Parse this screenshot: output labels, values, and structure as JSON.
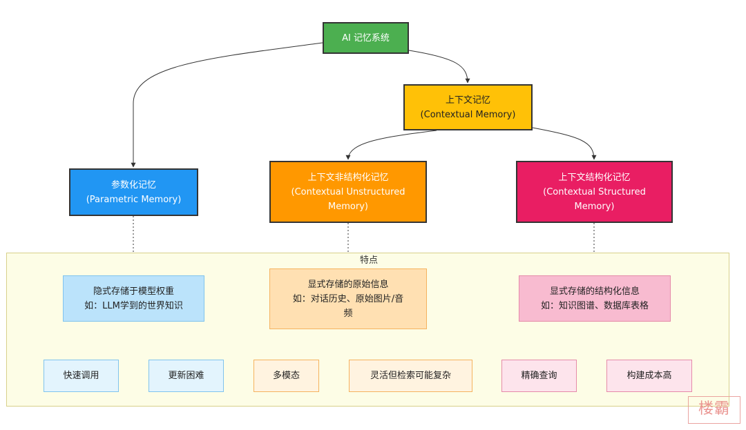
{
  "diagram": {
    "root": {
      "lines": [
        "AI 记忆系统"
      ]
    },
    "contextual": {
      "lines": [
        "上下文记忆",
        "(Contextual Memory)"
      ]
    },
    "parametric": {
      "lines": [
        "参数化记忆",
        "(Parametric Memory)"
      ]
    },
    "unstructured": {
      "lines": [
        "上下文非结构化记忆",
        "(Contextual Unstructured",
        "Memory)"
      ]
    },
    "structured": {
      "lines": [
        "上下文结构化记忆",
        "(Contextual Structured",
        "Memory)"
      ]
    },
    "features_label": "特点",
    "feature_parametric": {
      "lines": [
        "隐式存储于模型权重",
        "如：LLM学到的世界知识"
      ]
    },
    "feature_unstructured": {
      "lines": [
        "显式存储的原始信息",
        "如：对话历史、原始图片/音",
        "频"
      ]
    },
    "feature_structured": {
      "lines": [
        "显式存储的结构化信息",
        "如：知识图谱、数据库表格"
      ]
    },
    "leaves": [
      "快速调用",
      "更新困难",
      "多模态",
      "灵活但检索可能复杂",
      "精确查询",
      "构建成本高"
    ],
    "watermark": "楼霸"
  },
  "colors": {
    "root": "#4caf50",
    "contextual": "#ffc107",
    "parametric": "#2196f3",
    "unstructured": "#ff9800",
    "structured": "#e91e63",
    "region": "#fdfde6"
  }
}
